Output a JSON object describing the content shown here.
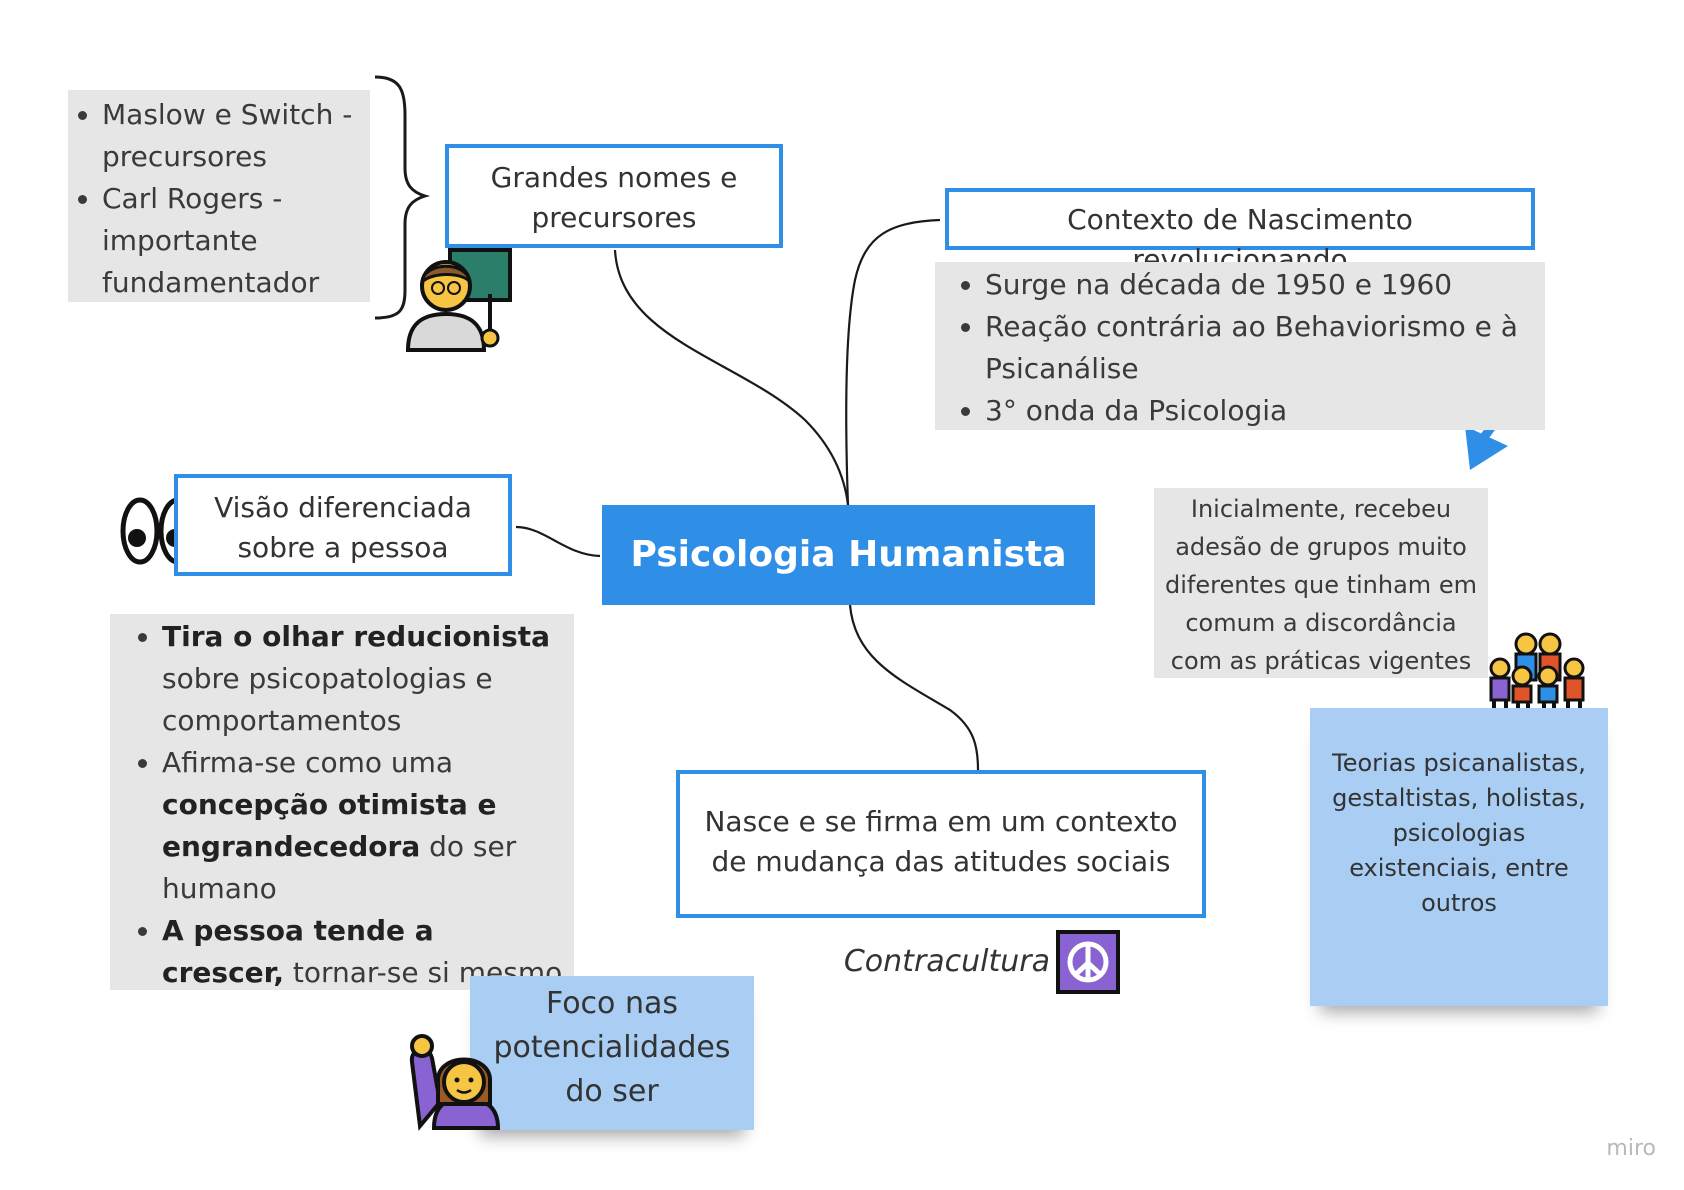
{
  "central": {
    "title": "Psicologia Humanista"
  },
  "nodes": {
    "grandes_nomes": "Grandes nomes e precursores",
    "contexto": "Contexto de Nascimento revolucionando",
    "visao": "Visão diferenciada sobre a pessoa",
    "nasce": "Nasce e se firma em um contexto de mudança das atitudes sociais"
  },
  "precursores_list": [
    "Maslow e Switch - precursores",
    "Carl Rogers - importante fundamentador"
  ],
  "contexto_list": [
    "Surge na década de 1950 e 1960",
    "Reação contrária ao Behaviorismo e à Psicanálise",
    "3° onda da Psicologia"
  ],
  "visao_list": {
    "item1_bold": "Tira o olhar reducionista",
    "item1_rest": "sobre psicopatologias e comportamentos",
    "item2_pre": "Afirma-se como uma",
    "item2_bold": "concepção otimista e engrandecedora",
    "item2_post": "do ser humano",
    "item3_bold": "A pessoa tende a crescer,",
    "item3_rest": "tornar-se si mesmo"
  },
  "adesao_text": "Inicialmente, recebeu adesão de grupos muito diferentes que tinham em comum a discordância com as práticas vigentes",
  "sticky_teorias": "Teorias psicanalistas, gestaltistas, holistas, psicologias existenciais, entre outros",
  "sticky_foco": "Foco nas potencialidades do ser",
  "contracultura": "Contracultura",
  "watermark": "miro",
  "icons": [
    "teacher-icon",
    "eyes-icon",
    "peace-icon",
    "family-icon",
    "raising-hand-icon",
    "arrow-icon",
    "brace-icon"
  ],
  "colors": {
    "accent": "#2f8fe6",
    "grey_box": "#e6e6e6",
    "sticky": "#a9cdf3",
    "peace": "#8a63d2"
  }
}
